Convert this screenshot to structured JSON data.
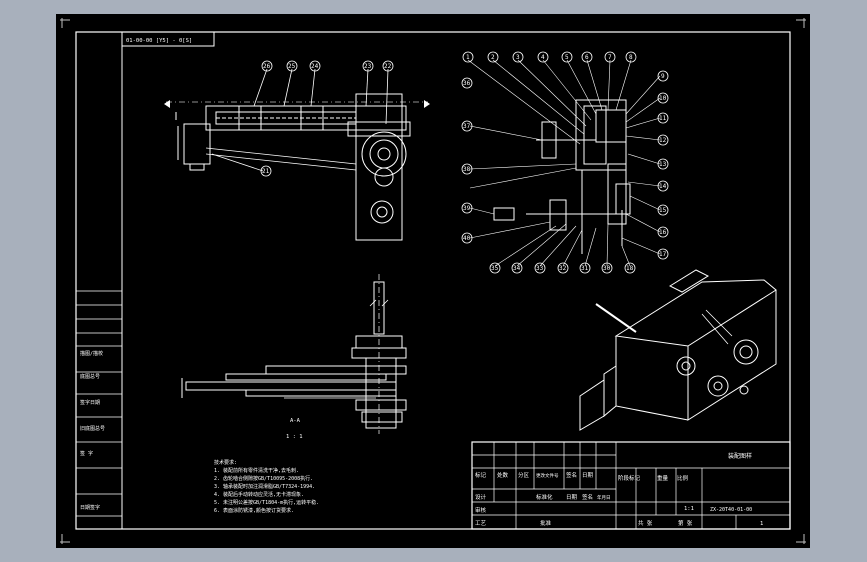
{
  "drawing": {
    "part_code_box": "01-00-00 [Y5] - 0[S]",
    "drawing_title": "装配图样",
    "drawing_number": "ZX-20T40-01-00",
    "scale": "1:1",
    "sheet_no": "1",
    "section_label": "A-A",
    "section_ratio": "1 : 1"
  },
  "left_strip": [
    "描图/描校",
    "底图总号",
    "签字日期",
    "旧底图总号",
    "签 字",
    "日期签字"
  ],
  "title_block": {
    "row1": [
      "标记",
      "处数",
      "分区",
      "更改文件号",
      "签名",
      "日期"
    ],
    "row2": [
      "设计",
      "标准化",
      "日期",
      "签名",
      "年月日"
    ],
    "row3": [
      "审核",
      "工艺",
      "批准"
    ],
    "mid_labels": [
      "阶段标记",
      "重量",
      "比例"
    ],
    "right_labels": [
      "共 张",
      "第 张"
    ]
  },
  "tech_notes": [
    "技术要求:",
    "1. 装配前所有零件清洗干净,去毛刺.",
    "2. 齿轮啮合侧隙按GB/T10095-2008执行.",
    "3. 轴承装配时加注润滑脂GB/T7324-1994.",
    "4. 装配后手动转动应灵活,无卡滞现象.",
    "5. 未注明公差按GB/T1804-m执行,运转平稳.",
    "6. 表面涂防锈漆,颜色按订货要求."
  ],
  "callouts_view1": [
    "26",
    "25",
    "24",
    "23",
    "22",
    "21"
  ],
  "callouts_view2": {
    "top": [
      "1",
      "2",
      "3",
      "4",
      "5",
      "6",
      "7",
      "8"
    ],
    "right": [
      "9",
      "10",
      "11",
      "12",
      "13",
      "14",
      "15",
      "16",
      "17"
    ],
    "bottom": [
      "35",
      "34",
      "33",
      "32",
      "31",
      "30",
      "18"
    ],
    "left": [
      "36",
      "37",
      "38",
      "39",
      "40"
    ]
  }
}
